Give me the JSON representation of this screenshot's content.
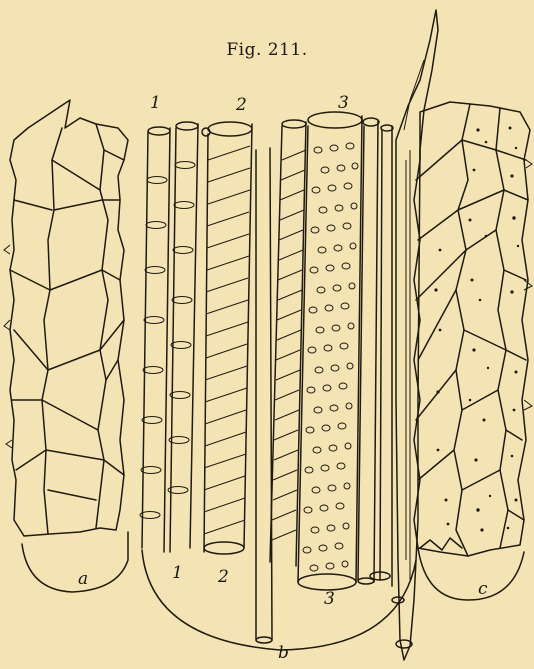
{
  "figure": {
    "caption": "Fig. 211.",
    "labels": {
      "vessel_1_top": "1",
      "vessel_2_top": "2",
      "vessel_3_top": "3",
      "vessel_1_bottom": "1",
      "vessel_2_bottom": "2",
      "vessel_3_bottom": "3",
      "region_a": "a",
      "region_b": "b",
      "region_c": "c"
    }
  },
  "colors": {
    "paper": "#f4e4b4",
    "ink": "#1e1a12"
  }
}
